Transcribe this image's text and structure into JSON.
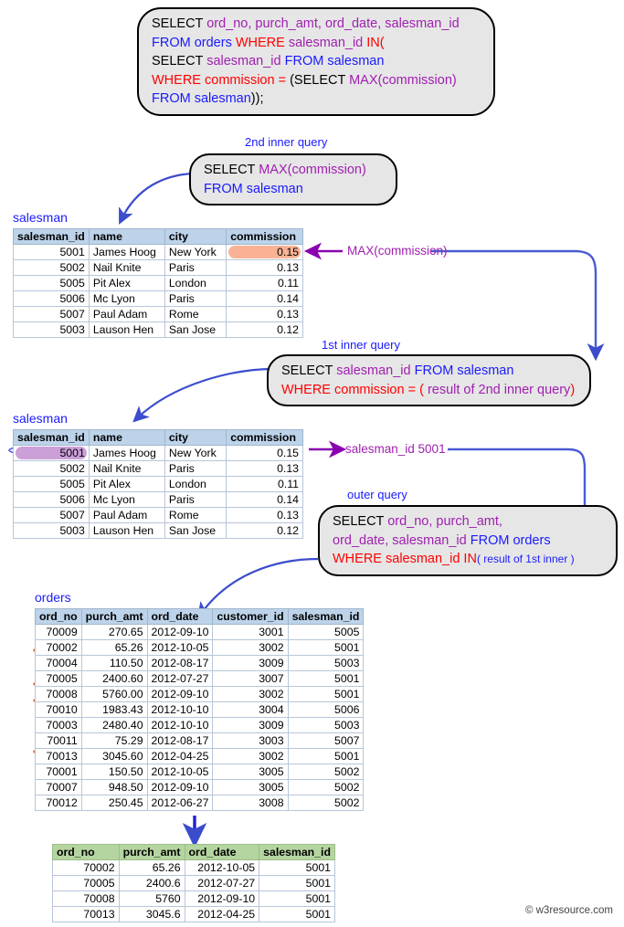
{
  "main_query": {
    "name": "main-query",
    "lines": [
      [
        {
          "t": "SELECT ",
          "c": "black"
        },
        {
          "t": "ord_no, purch_amt, ord_date, salesman_id",
          "c": "purple"
        }
      ],
      [
        {
          "t": "FROM orders ",
          "c": "blue"
        },
        {
          "t": "WHERE ",
          "c": "red"
        },
        {
          "t": "salesman_id ",
          "c": "purple"
        },
        {
          "t": "IN(",
          "c": "red"
        }
      ],
      [
        {
          "t": "SELECT ",
          "c": "black"
        },
        {
          "t": "salesman_id ",
          "c": "purple"
        },
        {
          "t": "FROM salesman",
          "c": "blue"
        }
      ],
      [
        {
          "t": "WHERE commission = ",
          "c": "red"
        },
        {
          "t": "(SELECT ",
          "c": "black"
        },
        {
          "t": "MAX(commission)",
          "c": "purple"
        }
      ],
      [
        {
          "t": "FROM salesman",
          "c": "blue"
        },
        {
          "t": "));",
          "c": "black"
        }
      ]
    ]
  },
  "second_inner": {
    "caption": "2nd inner query",
    "lines": [
      [
        {
          "t": "SELECT ",
          "c": "black"
        },
        {
          "t": "MAX(commission)",
          "c": "purple"
        }
      ],
      [
        {
          "t": "FROM salesman",
          "c": "blue"
        }
      ]
    ]
  },
  "first_inner": {
    "caption": "1st inner query",
    "lines": [
      [
        {
          "t": "SELECT ",
          "c": "black"
        },
        {
          "t": "salesman_id ",
          "c": "purple"
        },
        {
          "t": "FROM salesman",
          "c": "blue"
        }
      ],
      [
        {
          "t": "WHERE commission = ( ",
          "c": "red"
        },
        {
          "t": "result of 2nd inner query",
          "c": "purple"
        },
        {
          "t": ")",
          "c": "red"
        }
      ]
    ]
  },
  "outer_query": {
    "caption": "outer query",
    "lines": [
      [
        {
          "t": "SELECT ",
          "c": "black"
        },
        {
          "t": "ord_no, purch_amt,",
          "c": "purple"
        }
      ],
      [
        {
          "t": "ord_date, salesman_id ",
          "c": "purple"
        },
        {
          "t": "FROM orders",
          "c": "blue"
        }
      ],
      [
        {
          "t": "WHERE salesman_id IN",
          "c": "red"
        },
        {
          "t": "( result of 1st inner )",
          "c": "small"
        }
      ]
    ]
  },
  "labels": {
    "max_commission": "MAX(commission)",
    "salesman_id_5001": "salesman_id 5001"
  },
  "salesman_table_1": {
    "title": "salesman",
    "columns": [
      "salesman_id",
      "name",
      "city",
      "commission"
    ],
    "rows": [
      {
        "salesman_id": "5001",
        "name": "James Hoog",
        "city": "New York",
        "commission": "0.15",
        "highlight": "orange"
      },
      {
        "salesman_id": "5002",
        "name": "Nail Knite",
        "city": "Paris",
        "commission": "0.13",
        "highlight": ""
      },
      {
        "salesman_id": "5005",
        "name": "Pit Alex",
        "city": "London",
        "commission": "0.11",
        "highlight": ""
      },
      {
        "salesman_id": "5006",
        "name": "Mc Lyon",
        "city": "Paris",
        "commission": "0.14",
        "highlight": ""
      },
      {
        "salesman_id": "5007",
        "name": "Paul Adam",
        "city": "Rome",
        "commission": "0.13",
        "highlight": ""
      },
      {
        "salesman_id": "5003",
        "name": "Lauson Hen",
        "city": "San Jose",
        "commission": "0.12",
        "highlight": ""
      }
    ]
  },
  "salesman_table_2": {
    "title": "salesman",
    "columns": [
      "salesman_id",
      "name",
      "city",
      "commission"
    ],
    "rows": [
      {
        "salesman_id": "5001",
        "name": "James Hoog",
        "city": "New York",
        "commission": "0.15",
        "highlight": "purple"
      },
      {
        "salesman_id": "5002",
        "name": "Nail Knite",
        "city": "Paris",
        "commission": "0.13",
        "highlight": ""
      },
      {
        "salesman_id": "5005",
        "name": "Pit Alex",
        "city": "London",
        "commission": "0.11",
        "highlight": ""
      },
      {
        "salesman_id": "5006",
        "name": "Mc Lyon",
        "city": "Paris",
        "commission": "0.14",
        "highlight": ""
      },
      {
        "salesman_id": "5007",
        "name": "Paul Adam",
        "city": "Rome",
        "commission": "0.13",
        "highlight": ""
      },
      {
        "salesman_id": "5003",
        "name": "Lauson Hen",
        "city": "San Jose",
        "commission": "0.12",
        "highlight": ""
      }
    ]
  },
  "orders_table": {
    "title": "orders",
    "columns": [
      "ord_no",
      "purch_amt",
      "ord_date",
      "customer_id",
      "salesman_id"
    ],
    "rows": [
      {
        "ord_no": "70009",
        "purch_amt": "270.65",
        "ord_date": "2012-09-10",
        "customer_id": "3001",
        "salesman_id": "5005",
        "circled": false
      },
      {
        "ord_no": "70002",
        "purch_amt": "65.26",
        "ord_date": "2012-10-05",
        "customer_id": "3002",
        "salesman_id": "5001",
        "circled": true
      },
      {
        "ord_no": "70004",
        "purch_amt": "110.50",
        "ord_date": "2012-08-17",
        "customer_id": "3009",
        "salesman_id": "5003",
        "circled": false
      },
      {
        "ord_no": "70005",
        "purch_amt": "2400.60",
        "ord_date": "2012-07-27",
        "customer_id": "3007",
        "salesman_id": "5001",
        "circled": true
      },
      {
        "ord_no": "70008",
        "purch_amt": "5760.00",
        "ord_date": "2012-09-10",
        "customer_id": "3002",
        "salesman_id": "5001",
        "circled": true
      },
      {
        "ord_no": "70010",
        "purch_amt": "1983.43",
        "ord_date": "2012-10-10",
        "customer_id": "3004",
        "salesman_id": "5006",
        "circled": false
      },
      {
        "ord_no": "70003",
        "purch_amt": "2480.40",
        "ord_date": "2012-10-10",
        "customer_id": "3009",
        "salesman_id": "5003",
        "circled": false
      },
      {
        "ord_no": "70011",
        "purch_amt": "75.29",
        "ord_date": "2012-08-17",
        "customer_id": "3003",
        "salesman_id": "5007",
        "circled": false
      },
      {
        "ord_no": "70013",
        "purch_amt": "3045.60",
        "ord_date": "2012-04-25",
        "customer_id": "3002",
        "salesman_id": "5001",
        "circled": true
      },
      {
        "ord_no": "70001",
        "purch_amt": "150.50",
        "ord_date": "2012-10-05",
        "customer_id": "3005",
        "salesman_id": "5002",
        "circled": false
      },
      {
        "ord_no": "70007",
        "purch_amt": "948.50",
        "ord_date": "2012-09-10",
        "customer_id": "3005",
        "salesman_id": "5002",
        "circled": false
      },
      {
        "ord_no": "70012",
        "purch_amt": "250.45",
        "ord_date": "2012-06-27",
        "customer_id": "3008",
        "salesman_id": "5002",
        "circled": false
      }
    ]
  },
  "result_table": {
    "columns": [
      "ord_no",
      "purch_amt",
      "ord_date",
      "salesman_id"
    ],
    "rows": [
      {
        "ord_no": "70002",
        "purch_amt": "65.26",
        "ord_date": "2012-10-05",
        "salesman_id": "5001"
      },
      {
        "ord_no": "70005",
        "purch_amt": "2400.6",
        "ord_date": "2012-07-27",
        "salesman_id": "5001"
      },
      {
        "ord_no": "70008",
        "purch_amt": "5760",
        "ord_date": "2012-09-10",
        "salesman_id": "5001"
      },
      {
        "ord_no": "70013",
        "purch_amt": "3045.6",
        "ord_date": "2012-04-25",
        "salesman_id": "5001"
      }
    ]
  },
  "watermark": "© w3resource.com",
  "colors": {
    "arrow_blue": "#3b4ccc",
    "arrow_purple": "#8a00b0",
    "circle_orange": "#e8743b",
    "header_blue": "#bdd3ea",
    "header_green": "#b5d5a0",
    "highlight_orange": "#f9b394",
    "highlight_purple": "#cb9fd8",
    "box_gray": "#e6e6e6"
  }
}
